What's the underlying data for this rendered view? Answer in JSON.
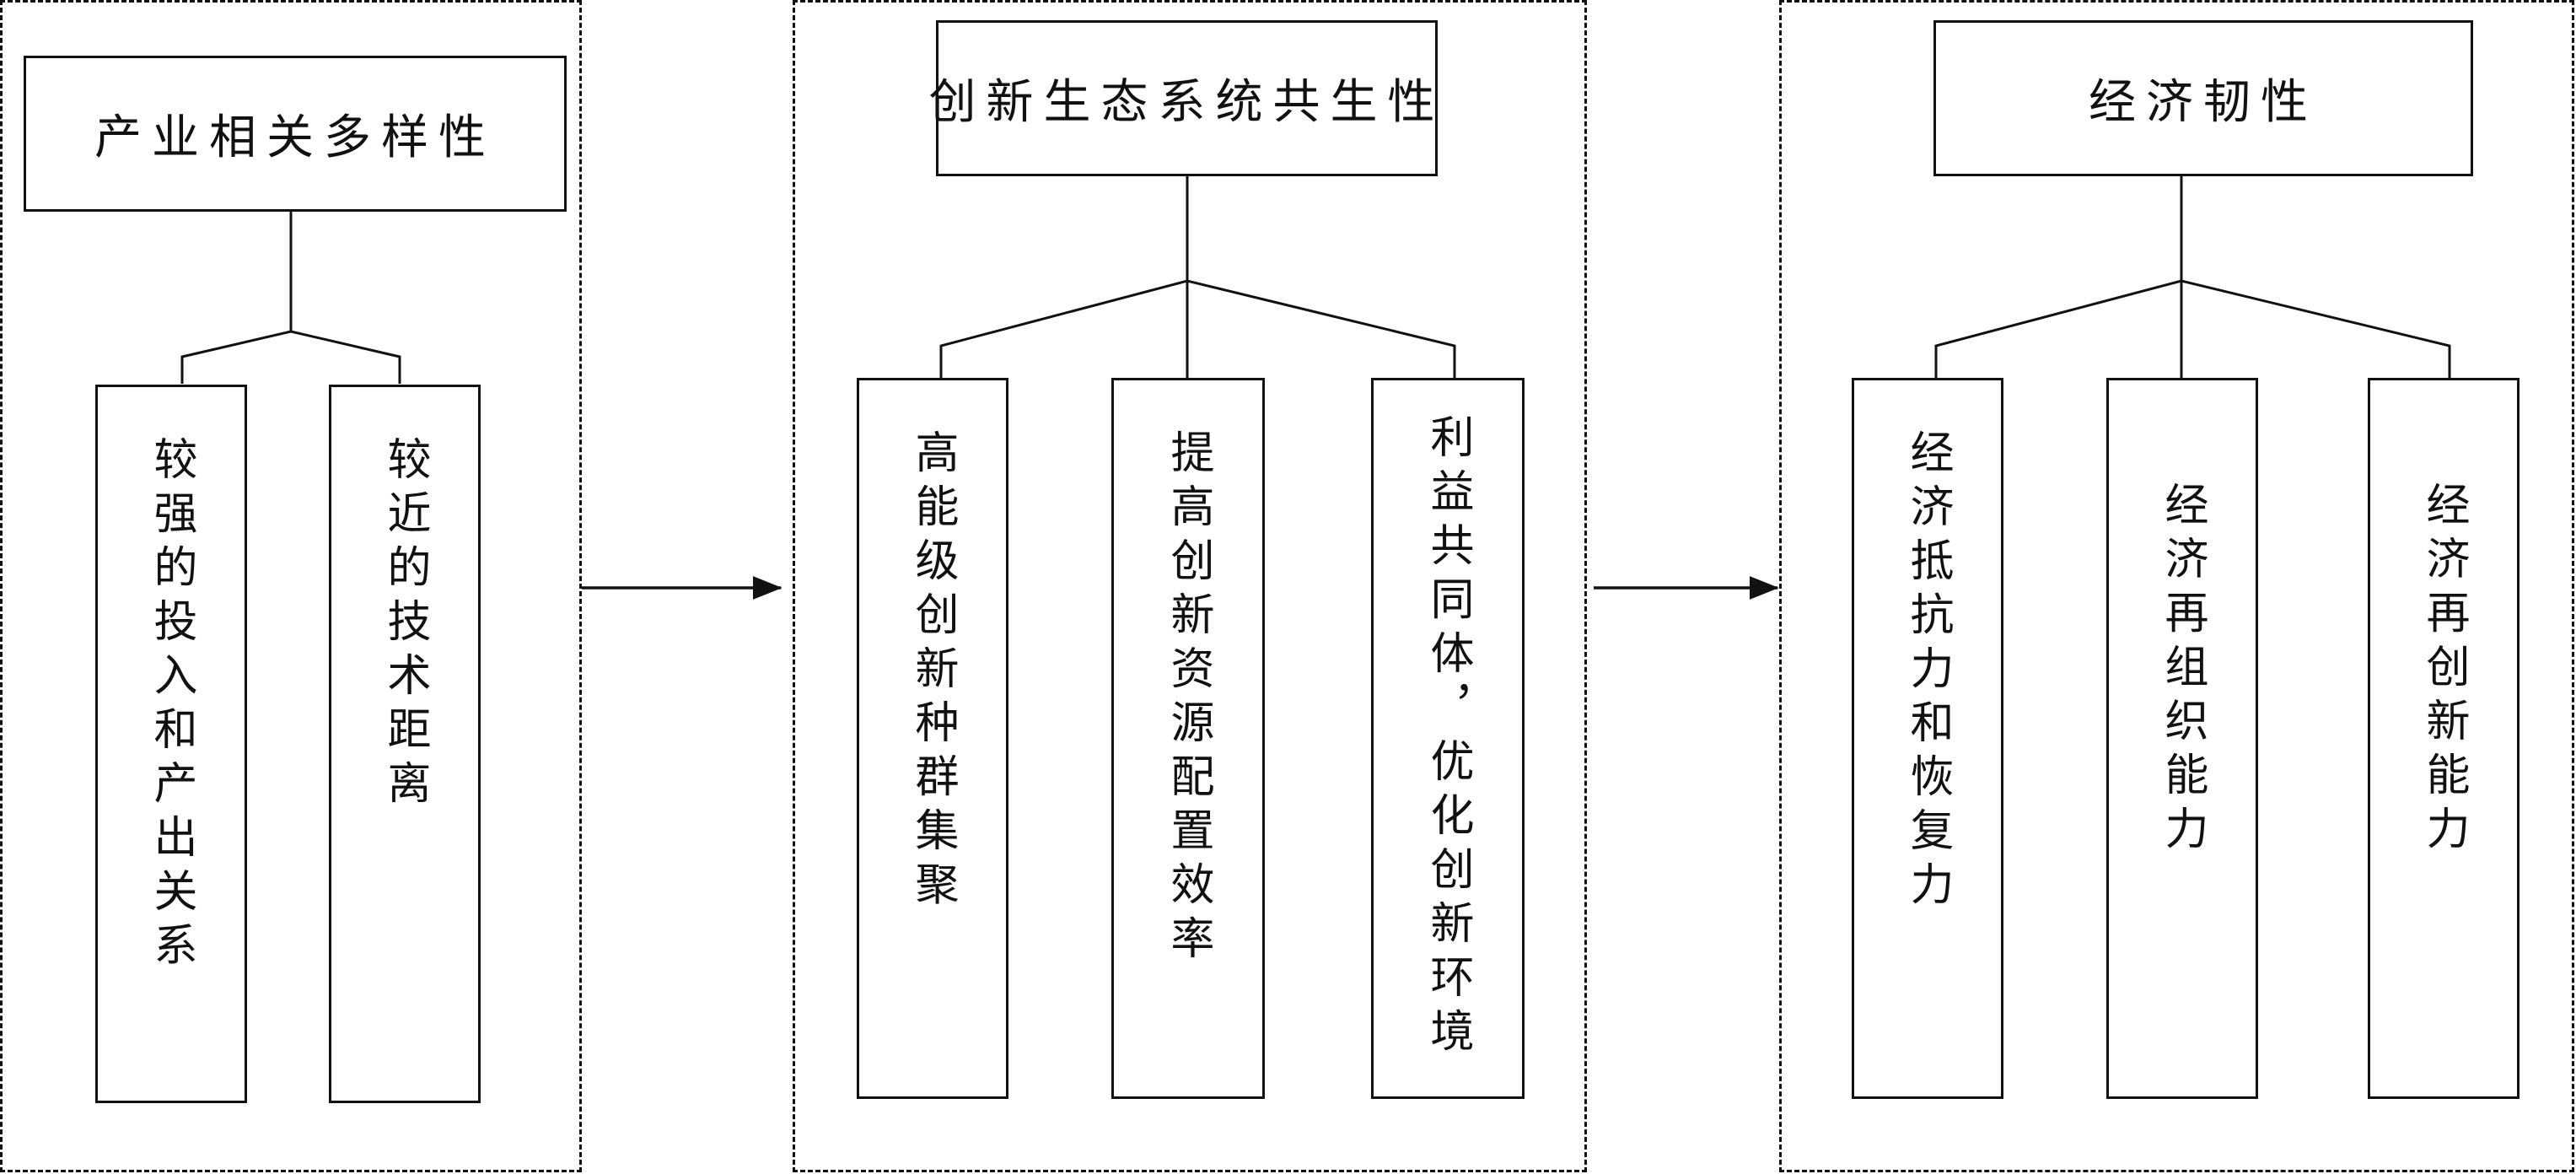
{
  "diagram": {
    "groups": [
      {
        "title": "产业相关多样性",
        "children": [
          "较强的投入和产出关系",
          "较近的技术距离"
        ]
      },
      {
        "title": "创新生态系统共生性",
        "children": [
          "高能级创新种群集聚",
          "提高创新资源配置效率",
          "利益共同体，优化创新环境"
        ]
      },
      {
        "title": "经济韧性",
        "children": [
          "经济抵抗力和恢复力",
          "经济再组织能力",
          "经济再创新能力"
        ]
      }
    ],
    "line_color": "#111111"
  }
}
